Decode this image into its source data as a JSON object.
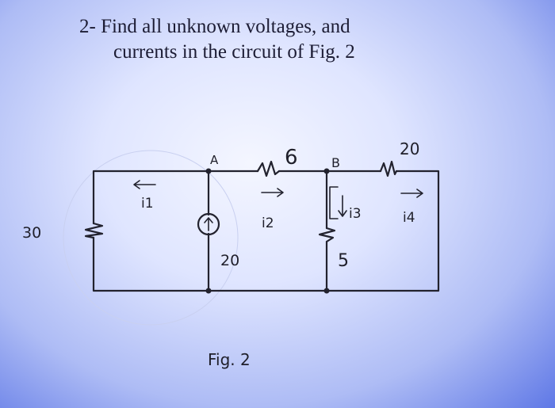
{
  "question": {
    "line1": "2- Find all unknown voltages, and",
    "line2": "currents in the circuit of Fig. 2"
  },
  "circuit": {
    "nodes": {
      "a": "A",
      "b": "B"
    },
    "r_left_value": "30",
    "r_top1_value": "6",
    "r_top2_value": "20",
    "r_mid_value": "5",
    "source_value": "20",
    "currents": {
      "i1": "i1",
      "i2": "i2",
      "i3": "i3",
      "i4": "i4"
    },
    "figure_caption": "Fig. 2"
  },
  "colors": {
    "background": "#dfe5ff",
    "ink": "#22222e"
  }
}
